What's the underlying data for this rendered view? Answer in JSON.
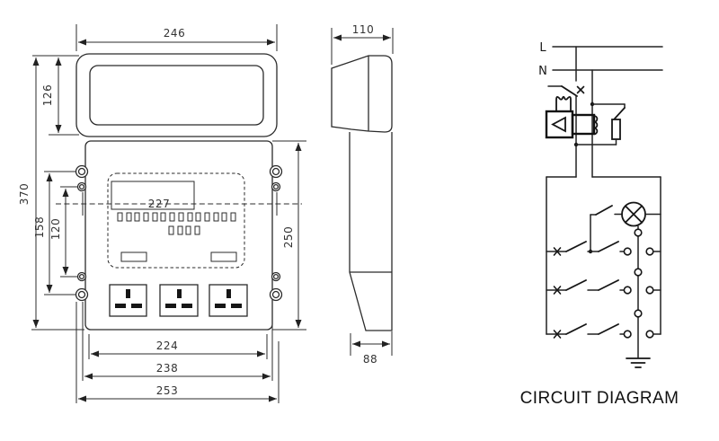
{
  "drawing": {
    "front_view": {
      "dims": {
        "top_width": "246",
        "cover_height": "126",
        "total_height": "370",
        "hole_span_outer": "158",
        "hole_span_inner": "120",
        "hole_span_horizontal": "227",
        "body_height": "250",
        "width_inner": "224",
        "width_body": "238",
        "width_overall": "253"
      }
    },
    "side_view": {
      "dims": {
        "top_depth": "110",
        "bottom_depth": "88"
      }
    },
    "circuit": {
      "live_label": "L",
      "neutral_label": "N",
      "caption": "CIRCUIT DIAGRAM"
    },
    "colors": {
      "ink": "#222222",
      "background": "#ffffff"
    }
  }
}
